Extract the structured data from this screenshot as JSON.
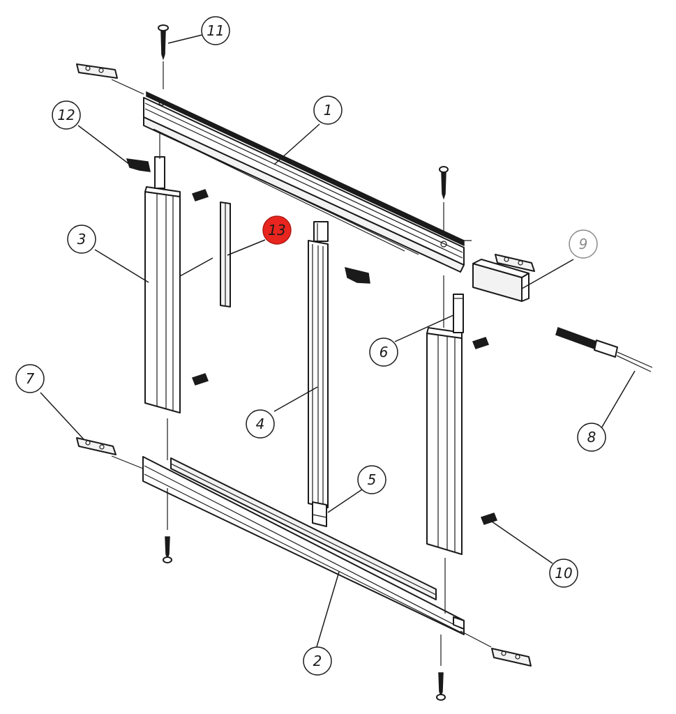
{
  "diagram": {
    "callouts": [
      {
        "id": "1",
        "label": "1"
      },
      {
        "id": "2",
        "label": "2"
      },
      {
        "id": "3",
        "label": "3"
      },
      {
        "id": "4",
        "label": "4"
      },
      {
        "id": "5",
        "label": "5"
      },
      {
        "id": "6",
        "label": "6"
      },
      {
        "id": "7",
        "label": "7"
      },
      {
        "id": "8",
        "label": "8"
      },
      {
        "id": "9",
        "label": "9"
      },
      {
        "id": "10",
        "label": "10"
      },
      {
        "id": "11",
        "label": "11"
      },
      {
        "id": "12",
        "label": "12"
      },
      {
        "id": "13",
        "label": "13",
        "highlighted": true
      }
    ],
    "colors": {
      "line": "#1a1a1a",
      "highlight": "#e8251f",
      "muted_callout": "#8a8a8a",
      "background": "#ffffff"
    }
  }
}
